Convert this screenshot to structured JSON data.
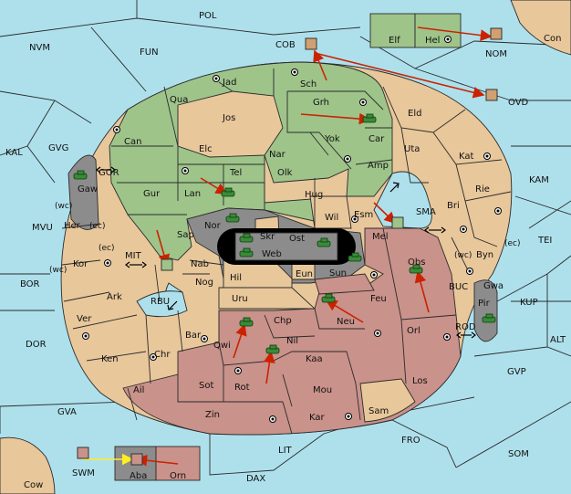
{
  "colors": {
    "sea": "#aee0ec",
    "green": "#9ec48a",
    "tan": "#e8c79b",
    "red": "#c9928a",
    "gray": "#8c8c8c",
    "black": "#000000",
    "arrow": "#cc2200",
    "yellow": "#ffee22"
  },
  "sea_labels": [
    "POL",
    "NVM",
    "FUN",
    "COB",
    "NOM",
    "Con",
    "OVD",
    "KAL",
    "GVG",
    "GOR",
    "KAM",
    "MVU",
    "SMA",
    "TEI",
    "MIT",
    "BOR",
    "RBU",
    "BUC",
    "KUP",
    "ROD",
    "ALT",
    "DOR",
    "GVP",
    "GVA",
    "FRO",
    "LIT",
    "SOM",
    "SWM",
    "DAX",
    "Cow"
  ],
  "green_labels": [
    "Elf",
    "Hel",
    "Jad",
    "Sch",
    "Qua",
    "Grh",
    "Can",
    "Car",
    "Yok",
    "Nar",
    "Amp",
    "Gur",
    "Lan",
    "Tel",
    "Sap",
    "Nor",
    "Esm",
    "Mel"
  ],
  "tan_labels": [
    "Jos",
    "Eld",
    "Elc",
    "Uta",
    "Kat",
    "Olk",
    "Rie",
    "Hug",
    "Bri",
    "Wil",
    "Byn",
    "Gaw",
    "Her",
    "Kor",
    "Ark",
    "Ver",
    "Ken",
    "Chr",
    "Nab",
    "Nog",
    "Hil",
    "Uru",
    "Bar",
    "Skr",
    "Eun",
    "Sam"
  ],
  "red_labels": [
    "Obs",
    "Feu",
    "Neu",
    "Chp",
    "Qwi",
    "Nil",
    "Orl",
    "Kaa",
    "Ail",
    "Sot",
    "Rot",
    "Mou",
    "Los",
    "Zin",
    "Kar",
    "Orn"
  ],
  "gray_labels": [
    "Ost",
    "Web",
    "Sun",
    "Pir",
    "Aba"
  ],
  "coast_markers": [
    "(wc)",
    "(ec)",
    "(ec)",
    "(wc)",
    "(wc)",
    "(ec)"
  ],
  "units": [
    "army-unit",
    "army-unit",
    "army-unit",
    "army-unit",
    "army-unit",
    "army-unit",
    "army-unit",
    "army-unit",
    "army-unit",
    "army-unit",
    "army-unit",
    "army-unit",
    "army-unit"
  ],
  "fleets": [
    "fleet-unit",
    "fleet-unit",
    "fleet-unit",
    "fleet-unit",
    "fleet-unit",
    "fleet-unit"
  ]
}
